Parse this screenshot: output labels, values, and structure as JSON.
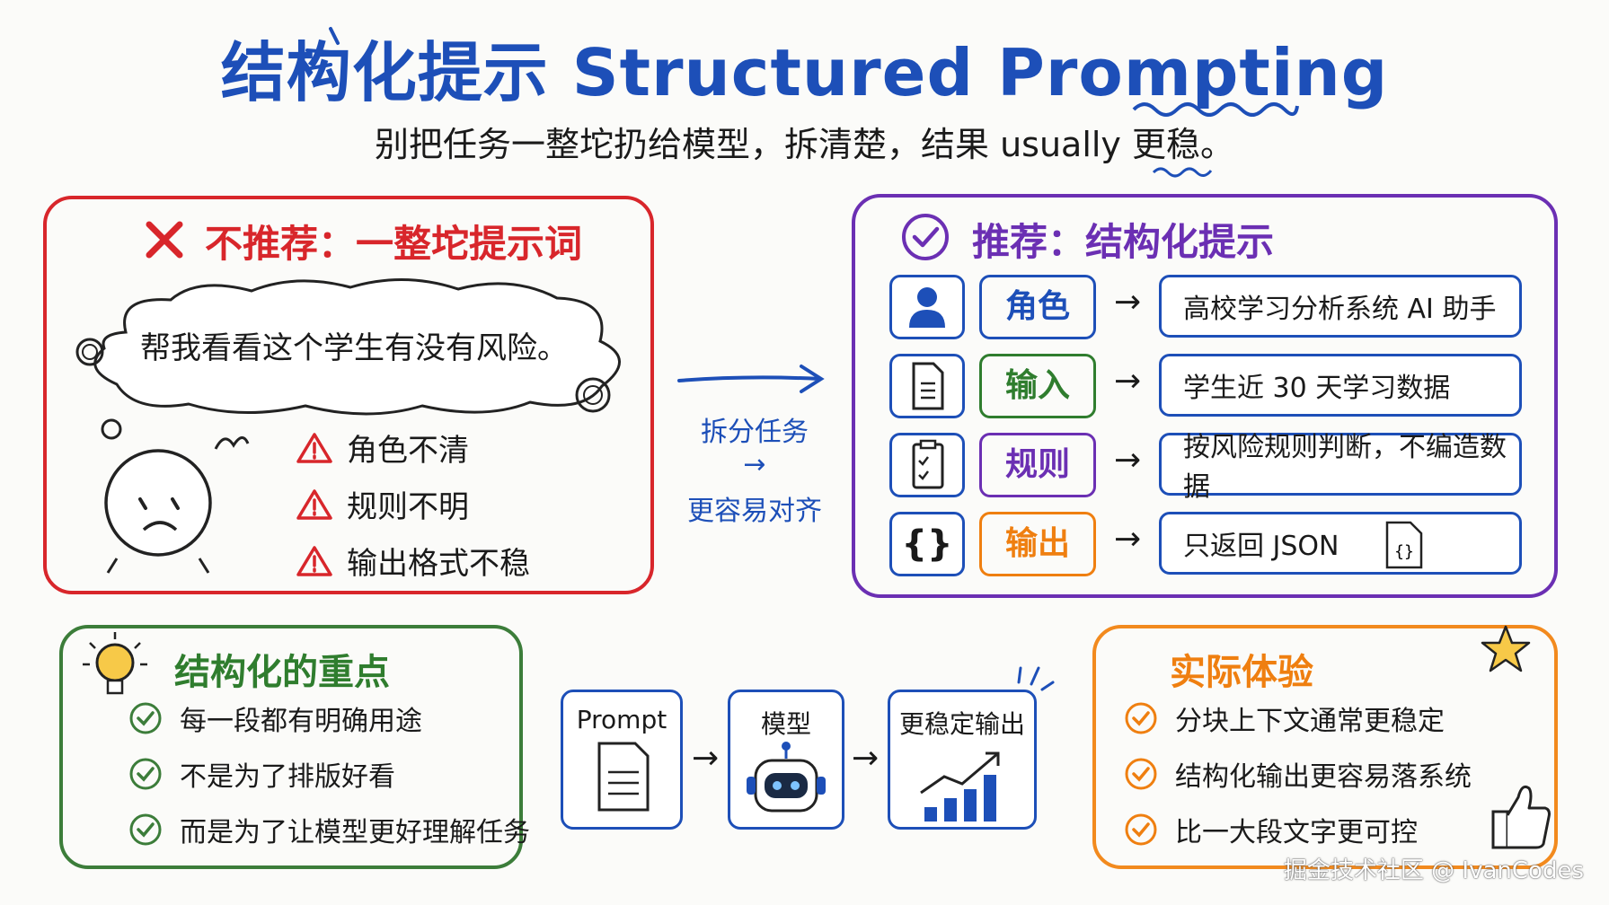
{
  "header": {
    "title": "结构化提示 Structured Prompting",
    "subtitle": "别把任务一整坨扔给模型，拆清楚，结果 usually 更稳。"
  },
  "bad_panel": {
    "title": "不推荐：一整坨提示词",
    "cloud_text": "帮我看看这个学生有没有风险。",
    "warnings": [
      "角色不清",
      "规则不明",
      "输出格式不稳"
    ]
  },
  "middle": {
    "line1": "拆分任务",
    "line2": "→",
    "line3": "更容易对齐"
  },
  "good_panel": {
    "title": "推荐：结构化提示",
    "rows": [
      {
        "label": "角色",
        "value": "高校学习分析系统 AI 助手",
        "color": "#1d4fb8",
        "icon": "user-icon"
      },
      {
        "label": "输入",
        "value": "学生近 30 天学习数据",
        "color": "#2f7d2e",
        "icon": "document-icon"
      },
      {
        "label": "规则",
        "value": "按风险规则判断，不编造数据",
        "color": "#6b2fb3",
        "icon": "checklist-icon"
      },
      {
        "label": "输出",
        "value": "只返回 JSON",
        "color": "#ef7f10",
        "icon": "braces-icon"
      }
    ],
    "braces_glyph": "{}",
    "file_glyph": "{}"
  },
  "key_points": {
    "title": "结构化的重点",
    "items": [
      "每一段都有明确用途",
      "不是为了排版好看",
      "而是为了让模型更好理解任务"
    ]
  },
  "flow": {
    "steps": [
      "Prompt",
      "模型",
      "更稳定输出"
    ]
  },
  "experience": {
    "title": "实际体验",
    "items": [
      "分块上下文通常更稳定",
      "结构化输出更容易落系统",
      "比一大段文字更可控"
    ]
  },
  "watermark": "掘金技术社区 @ IvanCodes",
  "colors": {
    "blue": "#1d4fb8",
    "red": "#d8262b",
    "purple": "#6b2fb3",
    "green": "#2f7d2e",
    "orange": "#ef7f10"
  }
}
